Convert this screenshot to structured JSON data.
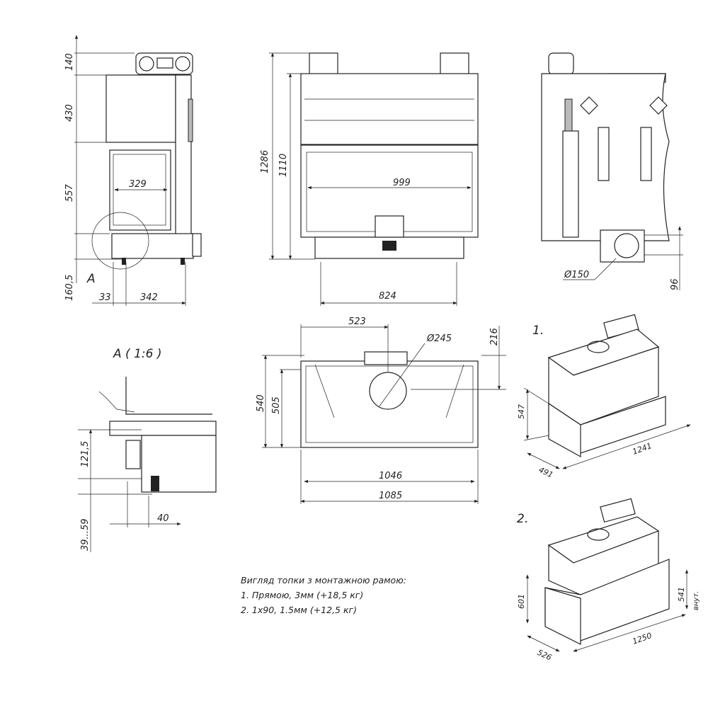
{
  "side_view": {
    "dims": [
      "140",
      "430",
      "557",
      "160,5",
      "329",
      "33",
      "342"
    ],
    "detail_marker": "A"
  },
  "front_view": {
    "dims": [
      "1286",
      "1110",
      "999",
      "824"
    ]
  },
  "right_view": {
    "dims": [
      "Ø150",
      "96"
    ]
  },
  "detail": {
    "title": "A ( 1:6 )",
    "dims": [
      "121,5",
      "39...59",
      "40"
    ]
  },
  "top_view": {
    "dims": [
      "523",
      "Ø245",
      "216",
      "540",
      "505",
      "1046",
      "1085"
    ]
  },
  "iso1": {
    "label": "1.",
    "dims": [
      "547",
      "491",
      "1241"
    ]
  },
  "iso2": {
    "label": "2.",
    "dims": [
      "601",
      "526",
      "1250",
      "541",
      "внут."
    ]
  },
  "note": {
    "title": "Вигляд топки з монтажною рамою:",
    "line1": "1. Прямою, 3мм (+18,5 кг)",
    "line2": "2. 1х90, 1.5мм (+12,5 кг)"
  }
}
